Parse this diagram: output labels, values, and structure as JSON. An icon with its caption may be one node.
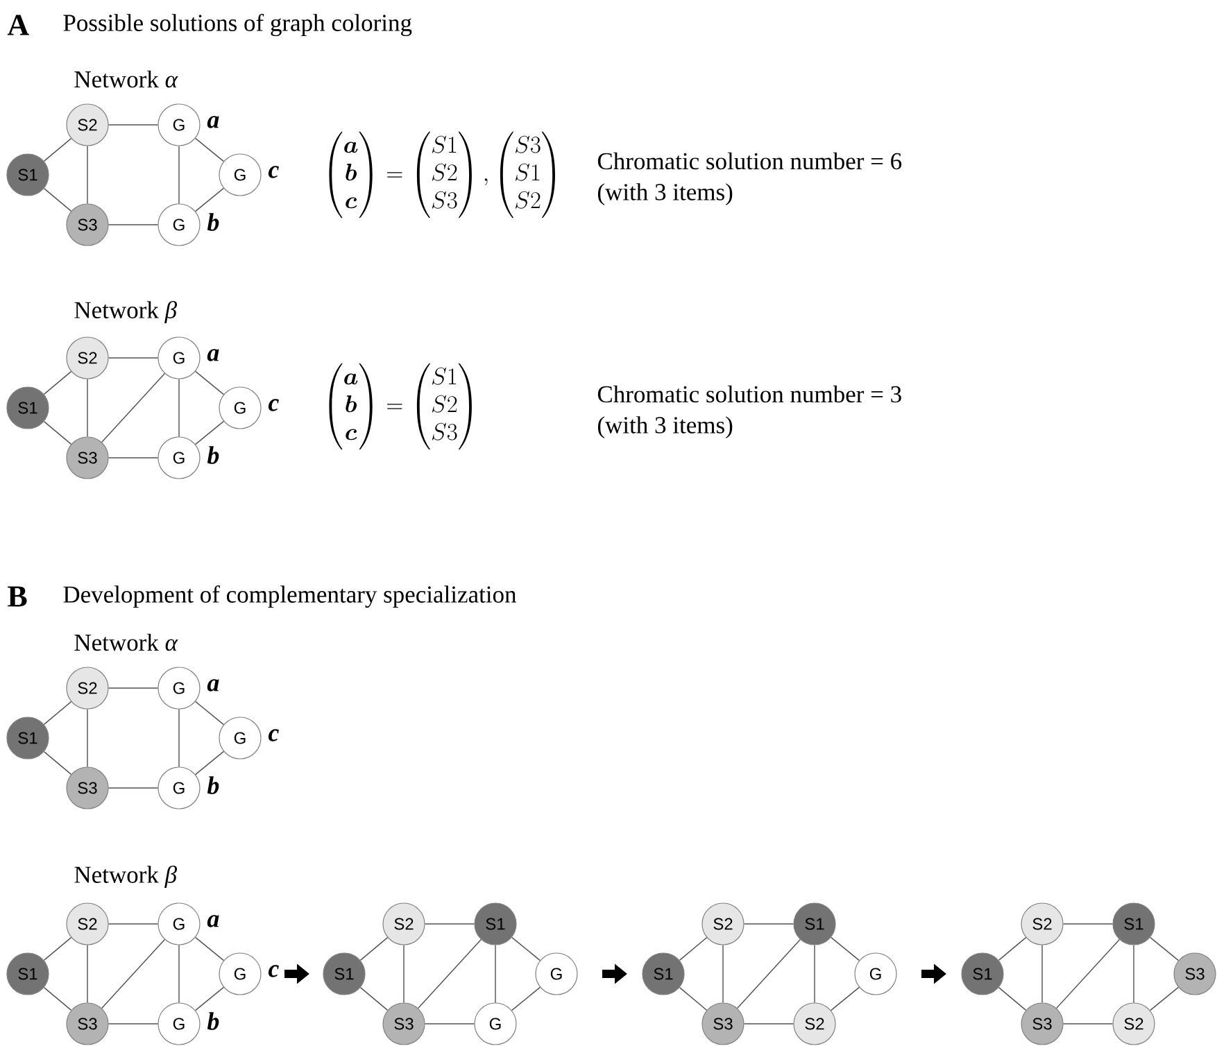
{
  "diagram": {
    "nodes": [
      {
        "text": [
          "S2"
        ]
      },
      {
        "text": [
          "G"
        ],
        "beside": [
          "a"
        ]
      },
      {
        "text": [
          "S1"
        ]
      },
      {
        "text": [
          "G"
        ],
        "beside": [
          "c"
        ]
      },
      {
        "text": [
          "S3"
        ]
      },
      {
        "text": [
          "G"
        ],
        "beside": [
          "b"
        ]
      },
      {
        "text": [
          "S2"
        ]
      },
      {
        "text": [
          "G"
        ],
        "beside": [
          "a"
        ]
      },
      {
        "text": [
          "S1"
        ]
      },
      {
        "text": [
          "G"
        ],
        "beside": [
          "c"
        ]
      },
      {
        "text": [
          "S3"
        ]
      },
      {
        "text": [
          "G"
        ],
        "beside": [
          "b"
        ]
      },
      {
        "text": [
          "S2"
        ]
      },
      {
        "text": [
          "G"
        ],
        "beside": [
          "a"
        ]
      },
      {
        "text": [
          "S1"
        ]
      },
      {
        "text": [
          "G"
        ],
        "beside": [
          "c"
        ]
      },
      {
        "text": [
          "S3"
        ]
      },
      {
        "text": [
          "G"
        ],
        "beside": [
          "b"
        ]
      },
      {
        "text": [
          "S2"
        ]
      },
      {
        "text": [
          "G"
        ],
        "beside": [
          "a"
        ]
      },
      {
        "text": [
          "S1"
        ]
      },
      {
        "text": [
          "G"
        ],
        "beside": [
          "c"
        ]
      },
      {
        "text": [
          "S3"
        ]
      },
      {
        "text": [
          "G"
        ],
        "beside": [
          "b"
        ]
      },
      {
        "text": [
          "S2"
        ]
      },
      {
        "text": [
          "S1"
        ]
      },
      {
        "text": [
          "S1"
        ]
      },
      {
        "text": [
          "G"
        ]
      },
      {
        "text": [
          "S3"
        ]
      },
      {
        "text": [
          "G"
        ]
      },
      {
        "text": [
          "S2"
        ]
      },
      {
        "text": [
          "S1"
        ]
      },
      {
        "text": [
          "S1"
        ]
      },
      {
        "text": [
          "G"
        ]
      },
      {
        "text": [
          "S3"
        ]
      },
      {
        "text": [
          "S2"
        ]
      },
      {
        "text": [
          "S2"
        ]
      },
      {
        "text": [
          "S1"
        ]
      },
      {
        "text": [
          "S1"
        ]
      },
      {
        "text": [
          "S3"
        ]
      },
      {
        "text": [
          "S3"
        ]
      },
      {
        "text": [
          "S2"
        ]
      }
    ],
    "edges": [
      {
        "from": 0,
        "to": 1,
        "arrow": "none"
      },
      {
        "from": 0,
        "to": 2,
        "arrow": "none"
      },
      {
        "from": 0,
        "to": 4,
        "arrow": "none"
      },
      {
        "from": 1,
        "to": 3,
        "arrow": "none"
      },
      {
        "from": 1,
        "to": 5,
        "arrow": "none"
      },
      {
        "from": 2,
        "to": 4,
        "arrow": "none"
      },
      {
        "from": 3,
        "to": 5,
        "arrow": "none"
      },
      {
        "from": 4,
        "to": 5,
        "arrow": "none"
      },
      {
        "from": 6,
        "to": 7,
        "arrow": "none"
      },
      {
        "from": 6,
        "to": 8,
        "arrow": "none"
      },
      {
        "from": 6,
        "to": 10,
        "arrow": "none"
      },
      {
        "from": 7,
        "to": 9,
        "arrow": "none"
      },
      {
        "from": 7,
        "to": 10,
        "arrow": "none"
      },
      {
        "from": 7,
        "to": 11,
        "arrow": "none"
      },
      {
        "from": 8,
        "to": 10,
        "arrow": "none"
      },
      {
        "from": 9,
        "to": 11,
        "arrow": "none"
      },
      {
        "from": 10,
        "to": 11,
        "arrow": "none"
      },
      {
        "from": 12,
        "to": 13,
        "arrow": "none"
      },
      {
        "from": 12,
        "to": 14,
        "arrow": "none"
      },
      {
        "from": 12,
        "to": 16,
        "arrow": "none"
      },
      {
        "from": 13,
        "to": 15,
        "arrow": "none"
      },
      {
        "from": 13,
        "to": 17,
        "arrow": "none"
      },
      {
        "from": 14,
        "to": 16,
        "arrow": "none"
      },
      {
        "from": 15,
        "to": 17,
        "arrow": "none"
      },
      {
        "from": 16,
        "to": 17,
        "arrow": "none"
      },
      {
        "from": 18,
        "to": 19,
        "arrow": "none"
      },
      {
        "from": 18,
        "to": 20,
        "arrow": "none"
      },
      {
        "from": 18,
        "to": 22,
        "arrow": "none"
      },
      {
        "from": 19,
        "to": 21,
        "arrow": "none"
      },
      {
        "from": 19,
        "to": 22,
        "arrow": "none"
      },
      {
        "from": 19,
        "to": 23,
        "arrow": "none"
      },
      {
        "from": 20,
        "to": 22,
        "arrow": "none"
      },
      {
        "from": 21,
        "to": 23,
        "arrow": "none"
      },
      {
        "from": 22,
        "to": 23,
        "arrow": "none"
      },
      {
        "from": 24,
        "to": 25,
        "arrow": "none"
      },
      {
        "from": 24,
        "to": 26,
        "arrow": "none"
      },
      {
        "from": 24,
        "to": 28,
        "arrow": "none"
      },
      {
        "from": 25,
        "to": 27,
        "arrow": "none"
      },
      {
        "from": 25,
        "to": 28,
        "arrow": "none"
      },
      {
        "from": 25,
        "to": 29,
        "arrow": "none"
      },
      {
        "from": 26,
        "to": 28,
        "arrow": "none"
      },
      {
        "from": 27,
        "to": 29,
        "arrow": "none"
      },
      {
        "from": 28,
        "to": 29,
        "arrow": "none"
      },
      {
        "from": 30,
        "to": 31,
        "arrow": "none"
      },
      {
        "from": 30,
        "to": 32,
        "arrow": "none"
      },
      {
        "from": 30,
        "to": 34,
        "arrow": "none"
      },
      {
        "from": 31,
        "to": 33,
        "arrow": "none"
      },
      {
        "from": 31,
        "to": 34,
        "arrow": "none"
      },
      {
        "from": 31,
        "to": 35,
        "arrow": "none"
      },
      {
        "from": 32,
        "to": 34,
        "arrow": "none"
      },
      {
        "from": 33,
        "to": 35,
        "arrow": "none"
      },
      {
        "from": 34,
        "to": 35,
        "arrow": "none"
      },
      {
        "from": 36,
        "to": 37,
        "arrow": "none"
      },
      {
        "from": 36,
        "to": 38,
        "arrow": "none"
      },
      {
        "from": 36,
        "to": 40,
        "arrow": "none"
      },
      {
        "from": 37,
        "to": 39,
        "arrow": "none"
      },
      {
        "from": 37,
        "to": 40,
        "arrow": "none"
      },
      {
        "from": 37,
        "to": 41,
        "arrow": "none"
      },
      {
        "from": 38,
        "to": 40,
        "arrow": "none"
      },
      {
        "from": 39,
        "to": 41,
        "arrow": "none"
      },
      {
        "from": 40,
        "to": 41,
        "arrow": "none"
      }
    ],
    "labels": [
      "A",
      "Possible solutions of graph coloring",
      "Network *α*",
      "\\begin{pmatrix}\\boldsymbol{a}\\\\ \\boldsymbol{b}\\\\ \\boldsymbol{c}\\end{pmatrix}=\\begin{pmatrix}S1\\\\ S2\\\\ S3\\end{pmatrix},\\begin{pmatrix}S3\\\\ S1\\\\ S2\\end{pmatrix}",
      "Chromatic solution number = 6",
      "(with 3 items)",
      "Network *β*",
      "\\begin{pmatrix}\\boldsymbol{a}\\\\ \\boldsymbol{b}\\\\ \\boldsymbol{c}\\end{pmatrix}=\\begin{pmatrix}S1\\\\ S2\\\\ S3\\end{pmatrix}",
      "Chromatic solution number = 3",
      "(with 3 items)",
      "B",
      "Development of complementary specialization",
      "Network *α*",
      "Network *β*"
    ]
  }
}
